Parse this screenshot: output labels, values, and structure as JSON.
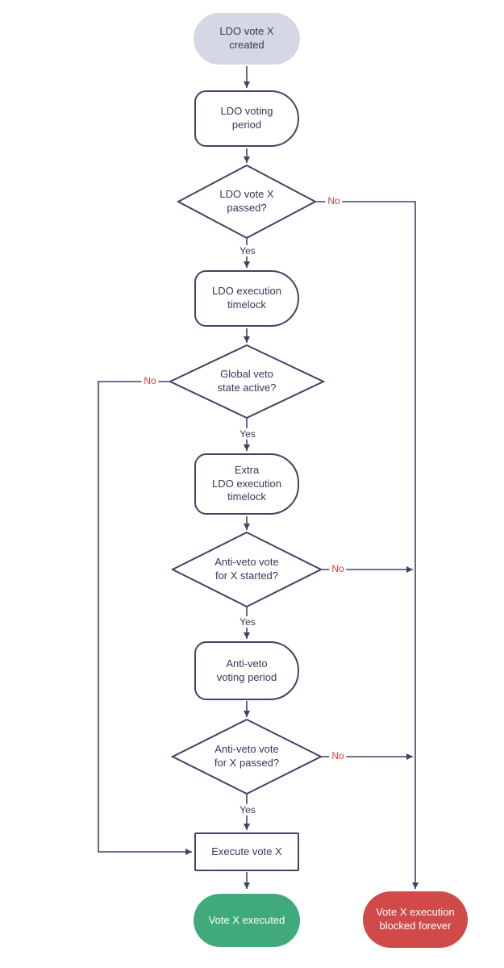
{
  "nodes": {
    "start": {
      "lines": [
        "LDO vote X",
        "created"
      ]
    },
    "voting_period": {
      "lines": [
        "LDO voting",
        "period"
      ]
    },
    "vote_passed": {
      "lines": [
        "LDO vote X",
        "passed?"
      ]
    },
    "exec_timelock": {
      "lines": [
        "LDO execution",
        "timelock"
      ]
    },
    "veto_active": {
      "lines": [
        "Global veto",
        "state active?"
      ]
    },
    "extra_timelock": {
      "lines": [
        "Extra",
        "LDO execution",
        "timelock"
      ]
    },
    "antiveto_started": {
      "lines": [
        "Anti-veto vote",
        "for X started?"
      ]
    },
    "antiveto_period": {
      "lines": [
        "Anti-veto",
        "voting period"
      ]
    },
    "antiveto_passed": {
      "lines": [
        "Anti-veto vote",
        "for X passed?"
      ]
    },
    "execute": {
      "lines": [
        "Execute vote X"
      ]
    },
    "executed": {
      "lines": [
        "Vote X executed"
      ]
    },
    "blocked": {
      "lines": [
        "Vote X execution",
        "blocked forever"
      ]
    }
  },
  "edge_labels": {
    "yes": "Yes",
    "no": "No"
  },
  "colors": {
    "line": "#3f4465",
    "text": "#333855",
    "start_fill": "#d5d8e4",
    "success_fill": "#40aa7d",
    "blocked_fill": "#d04a4a",
    "no_label": "#e03a3a"
  }
}
